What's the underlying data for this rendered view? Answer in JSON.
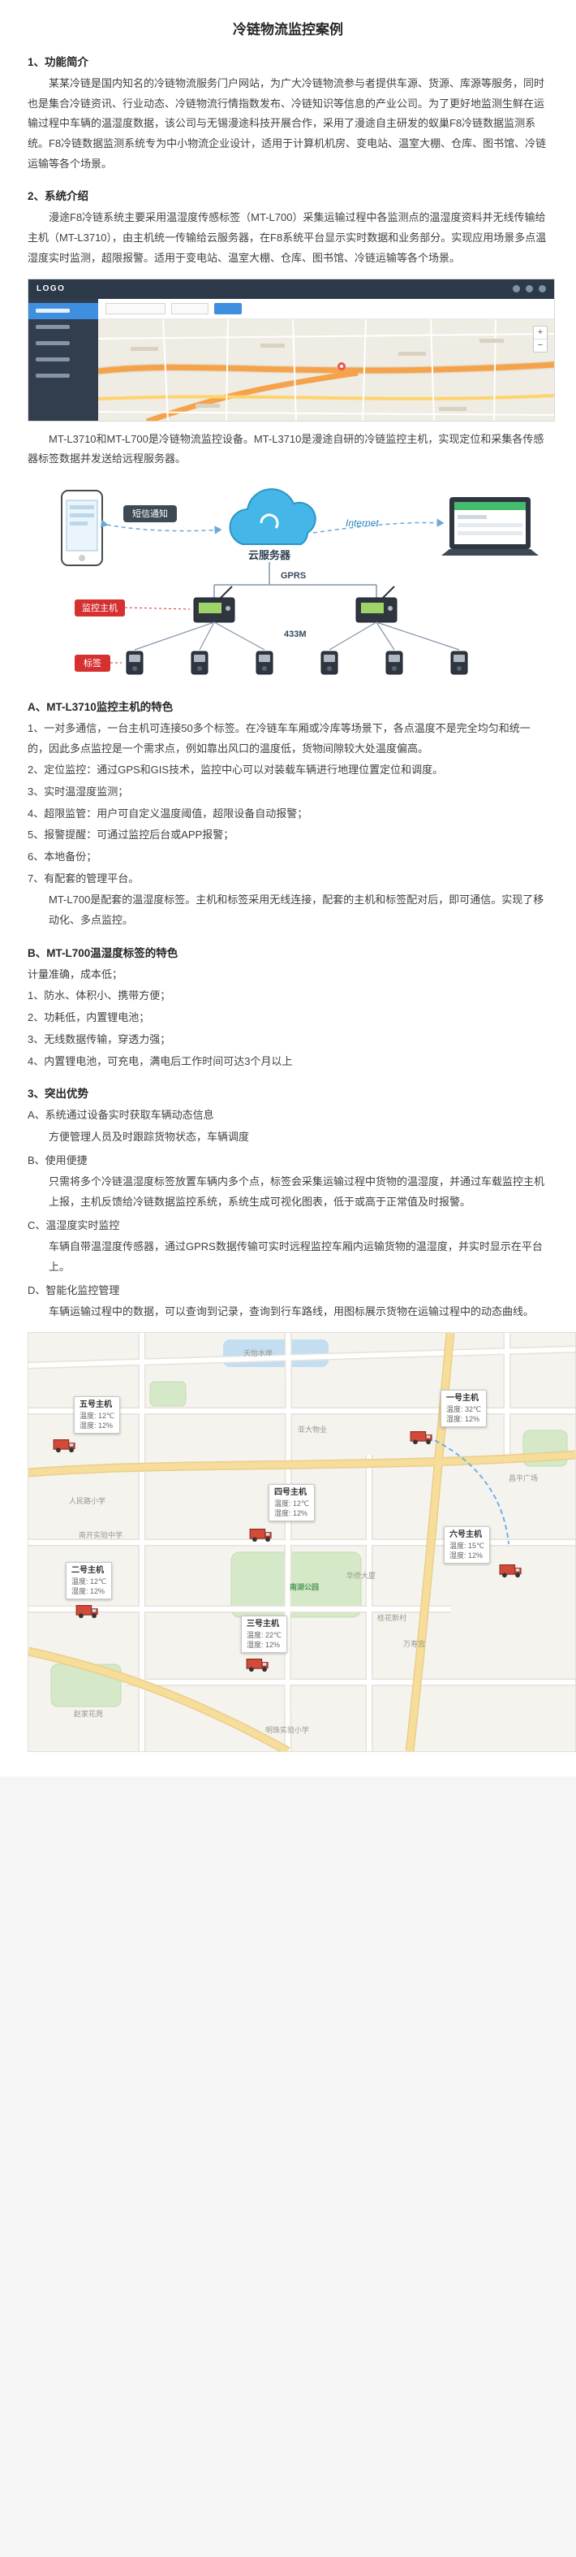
{
  "title": "冷链物流监控案例",
  "section1": {
    "heading": "1、功能简介",
    "body": "某某冷链是国内知名的冷链物流服务门户网站，为广大冷链物流参与者提供车源、货源、库源等服务，同时也是集合冷链资讯、行业动态、冷链物流行情指数发布、冷链知识等信息的产业公司。为了更好地监测生鲜在运输过程中车辆的温湿度数据，该公司与无锡漫途科技开展合作，采用了漫途自主研发的蚁巢F8冷链数据监测系统。F8冷链数据监测系统专为中小物流企业设计，适用于计算机机房、变电站、温室大棚、仓库、图书馆、冷链运输等各个场景。"
  },
  "section2": {
    "heading": "2、系统介绍",
    "body": "漫途F8冷链系统主要采用温湿度传感标签（MT-L700）采集运输过程中各监测点的温湿度资料并无线传输给主机（MT-L3710），由主机统一传输给云服务器，在F8系统平台显示实时数据和业务部分。实现应用场景多点温湿度实时监测，超限报警。适用于变电站、温室大棚、仓库、图书馆、冷链运输等各个场景。"
  },
  "screenshot": {
    "logo": "LOGO",
    "zoom_in": "+",
    "zoom_out": "−"
  },
  "caption": "MT-L3710和MT-L700是冷链物流监控设备。MT-L3710是漫途自研的冷链监控主机，实现定位和采集各传感器标签数据并发送给远程服务器。",
  "diagram": {
    "sms": "短信通知",
    "cloud": "云服务器",
    "internet": "Internet",
    "gprs": "GPRS",
    "host_badge": "监控主机",
    "band": "433M",
    "tag_badge": "标签"
  },
  "sectionA": {
    "heading": "A、MT-L3710监控主机的特色",
    "items": [
      "1、一对多通信，一台主机可连接50多个标签。在冷链车车厢或冷库等场景下，各点温度不是完全均匀和统一的，因此多点监控是一个需求点，例如靠出风口的温度低，货物间隙较大处温度偏高。",
      "2、定位监控：通过GPS和GIS技术，监控中心可以对装载车辆进行地理位置定位和调度。",
      "3、实时温湿度监测；",
      "4、超限监管：用户可自定义温度阈值，超限设备自动报警；",
      "5、报警提醒：可通过监控后台或APP报警；",
      "6、本地备份；",
      "7、有配套的管理平台。"
    ],
    "footer": "MT-L700是配套的温湿度标签。主机和标签采用无线连接，配套的主机和标签配对后，即可通信。实现了移动化、多点监控。"
  },
  "sectionB": {
    "heading": "B、MT-L700温湿度标签的特色",
    "intro": "计量准确，成本低；",
    "items": [
      "1、防水、体积小、携带方便；",
      "2、功耗低，内置锂电池；",
      "3、无线数据传输，穿透力强；",
      "4、内置锂电池，可充电，满电后工作时间可达3个月以上"
    ]
  },
  "section3": {
    "heading": "3、突出优势",
    "items": [
      {
        "label": "A、系统通过设备实时获取车辆动态信息",
        "body": "方便管理人员及时跟踪货物状态，车辆调度"
      },
      {
        "label": "B、使用便捷",
        "body": "只需将多个冷链温湿度标签放置车辆内多个点，标签会采集运输过程中货物的温湿度，并通过车载监控主机上报，主机反馈给冷链数据监控系统，系统生成可视化图表，低于或高于正常值及时报警。"
      },
      {
        "label": "C、温湿度实时监控",
        "body": "车辆自带温湿度传感器，通过GPRS数据传输可实时远程监控车厢内运输货物的温湿度，并实时显示在平台上。"
      },
      {
        "label": "D、智能化监控管理",
        "body": "车辆运输过程中的数据，可以查询到记录，查询到行车路线，用图标展示货物在运输过程中的动态曲线。"
      }
    ]
  },
  "map": {
    "hosts": [
      {
        "name": "一号主机",
        "temp": "温度: 32℃",
        "hum": "湿度: 12%"
      },
      {
        "name": "二号主机",
        "temp": "温度: 12℃",
        "hum": "湿度: 12%"
      },
      {
        "name": "三号主机",
        "temp": "温度: 22℃",
        "hum": "湿度: 12%"
      },
      {
        "name": "四号主机",
        "temp": "温度: 12℃",
        "hum": "湿度: 12%"
      },
      {
        "name": "五号主机",
        "temp": "温度: 12℃",
        "hum": "湿度: 12%"
      },
      {
        "name": "六号主机",
        "temp": "温度: 15℃",
        "hum": "湿度: 12%"
      }
    ],
    "places": [
      "天怡水岸",
      "昌平广场",
      "亚大物业",
      "人民路小学",
      "南开实验中学",
      "南湖公园",
      "华侨大厦",
      "万寿宫",
      "桂花新村",
      "赵家花苑",
      "明珠实验小学"
    ]
  }
}
